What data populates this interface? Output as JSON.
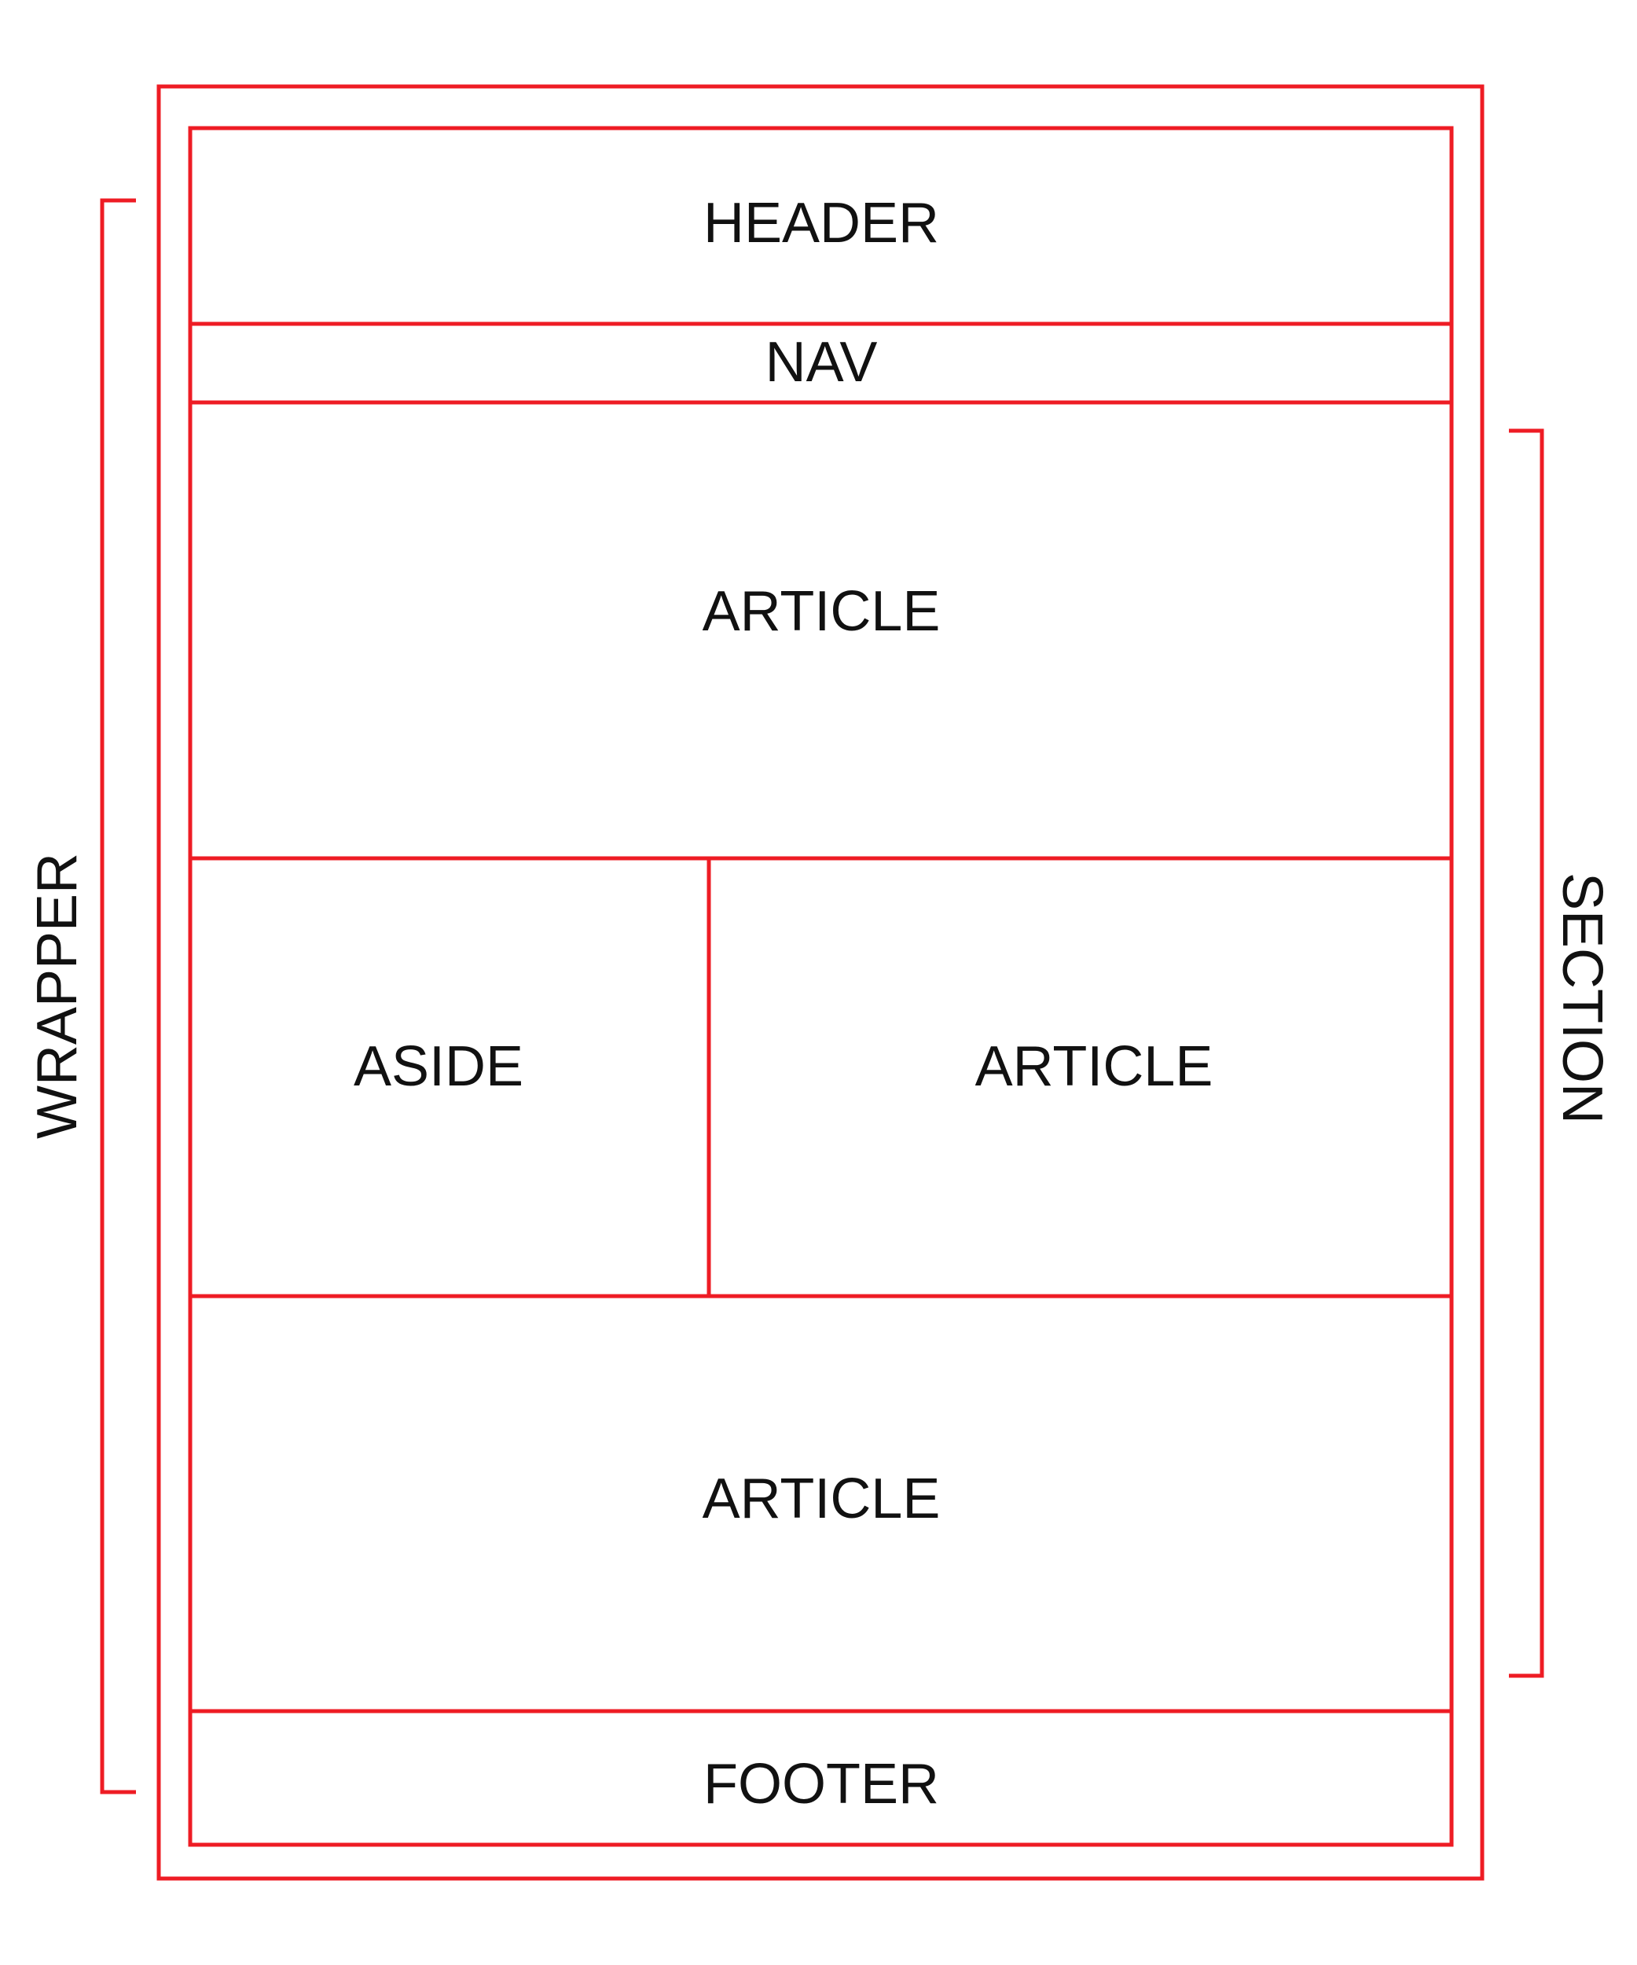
{
  "colors": {
    "outline": "#ee1c24",
    "text": "#111111",
    "background": "#ffffff"
  },
  "labels": {
    "header": "HEADER",
    "nav": "NAV",
    "article_top": "ARTICLE",
    "aside": "ASIDE",
    "article_middle": "ARTICLE",
    "article_bottom": "ARTICLE",
    "footer": "FOOTER",
    "wrapper": "WRAPPER",
    "section": "SECTION"
  }
}
